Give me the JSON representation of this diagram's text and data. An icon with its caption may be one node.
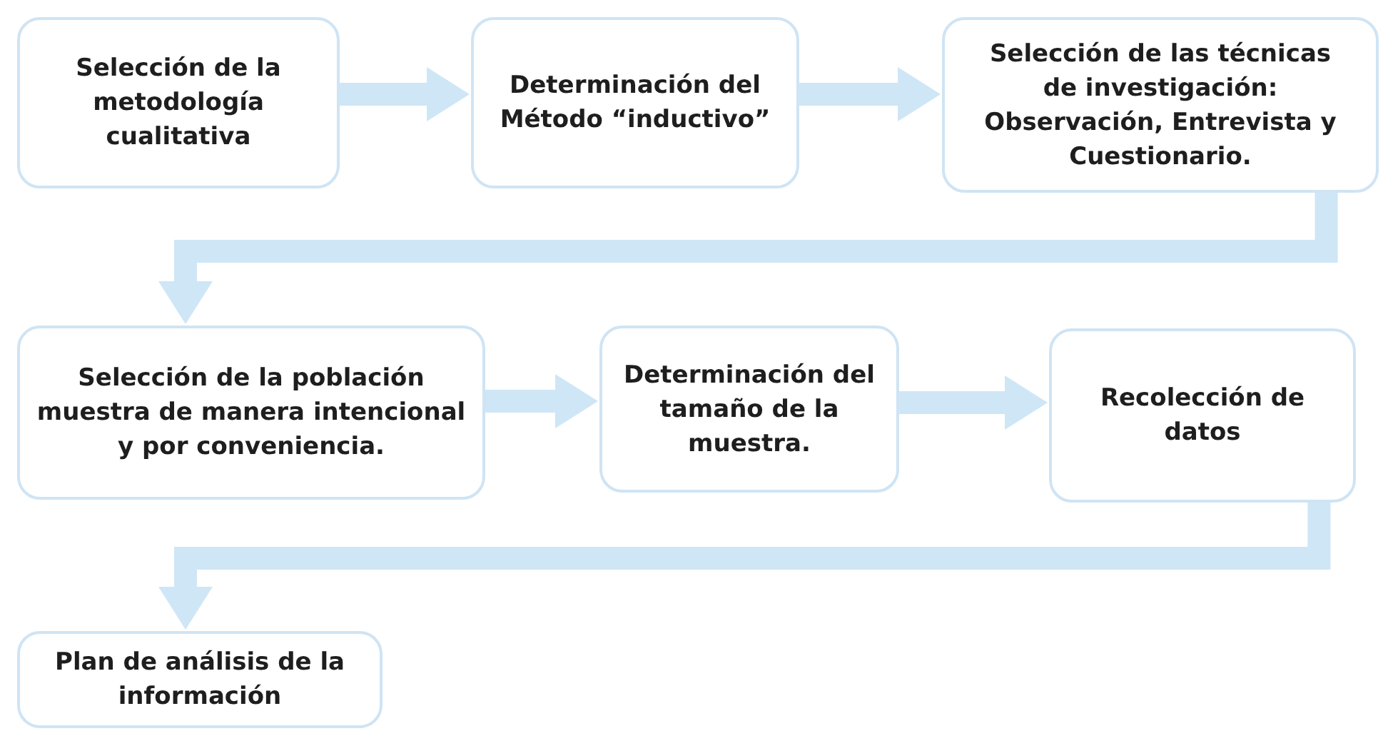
{
  "diagram": {
    "nodes": [
      {
        "text": [
          "Selección de la metodología cualitativa"
        ]
      },
      {
        "text": [
          "Determinación del Método “inductivo”"
        ]
      },
      {
        "text": [
          "Selección de las técnicas de investigación: Observación, Entrevista y Cuestionario."
        ]
      },
      {
        "text": [
          "Selección de la población muestra de manera intencional y por conveniencia."
        ]
      },
      {
        "text": [
          "Determinación del tamaño de la muestra."
        ]
      },
      {
        "text": [
          "Recolección de datos"
        ]
      },
      {
        "text": [
          "Plan de análisis de la información"
        ]
      }
    ],
    "edges": [
      {
        "from": 0,
        "to": 1,
        "arrow": "to"
      },
      {
        "from": 1,
        "to": 2,
        "arrow": "to"
      },
      {
        "from": 2,
        "to": 3,
        "arrow": "to"
      },
      {
        "from": 3,
        "to": 4,
        "arrow": "to"
      },
      {
        "from": 4,
        "to": 5,
        "arrow": "to"
      },
      {
        "from": 5,
        "to": 6,
        "arrow": "to"
      }
    ]
  }
}
